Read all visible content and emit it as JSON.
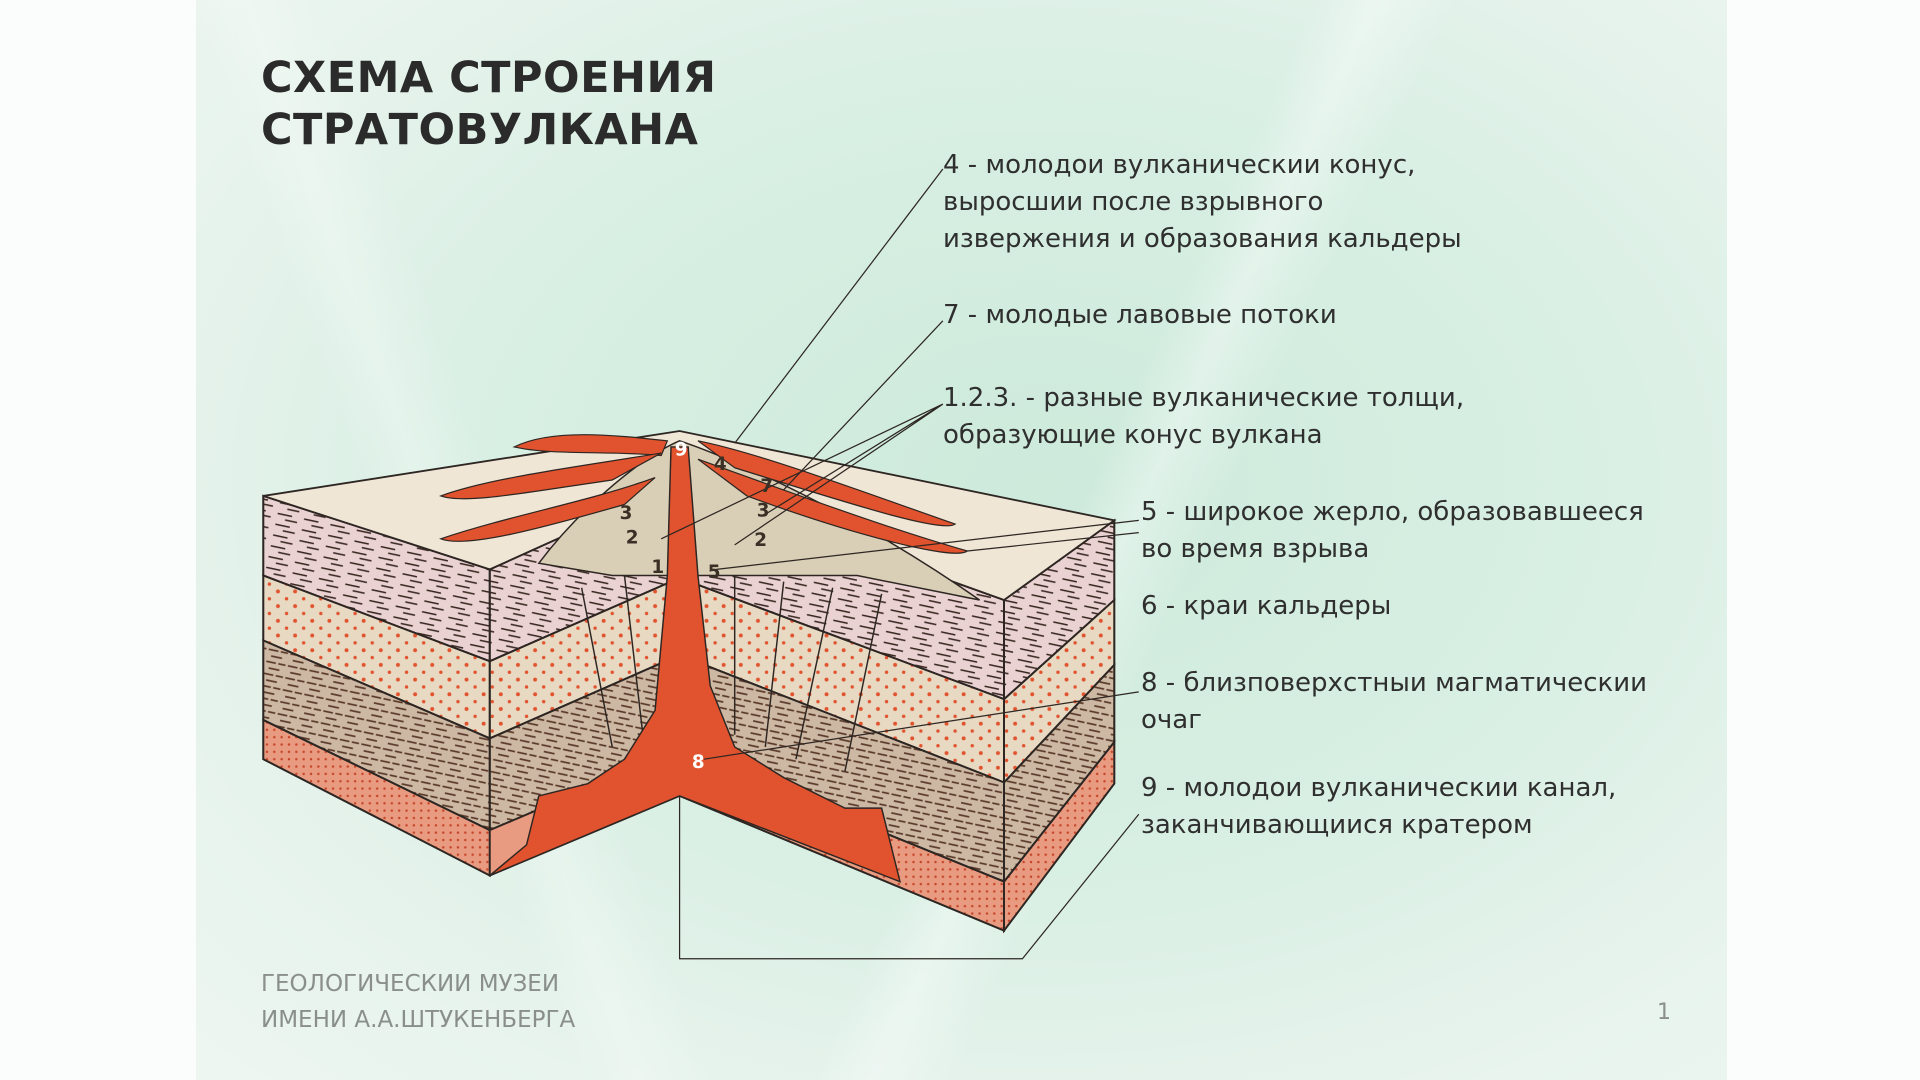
{
  "title": {
    "line1": "СХЕМА СТРОЕНИЯ",
    "line2": "СТРАТОВУЛКАНА"
  },
  "legend": [
    {
      "lines": [
        "4 - молодои вулканическии конус,",
        "выросшии после взрывного",
        "извержения и образования кальдеры"
      ]
    },
    {
      "lines": [
        "7 - молодые лавовые потоки"
      ]
    },
    {
      "lines": [
        "1.2.3. - разные вулканические толщи,",
        "образующие конус вулкана"
      ]
    },
    {
      "lines": [
        "5 - широкое жерло, образовавшееся",
        "во время взрыва"
      ]
    },
    {
      "lines": [
        "6 - краи кальдеры"
      ]
    },
    {
      "lines": [
        "8 - близповерхстныи магматическии",
        "очаг"
      ]
    },
    {
      "lines": [
        "9 - молодои вулканическии канал,",
        "заканчивающиися кратером"
      ]
    }
  ],
  "diagram_labels": {
    "n9": "9",
    "n4": "4",
    "n7": "7",
    "n3a": "3",
    "n2a": "2",
    "n1": "1",
    "n3b": "3",
    "n2b": "2",
    "n5": "5",
    "n8": "8"
  },
  "footer": {
    "line1": "ГЕОЛОГИЧЕСКИИ МУЗЕИ",
    "line2": "ИМЕНИ А.А.ШТУКЕНБЕРГА"
  },
  "page_number": "1",
  "colors": {
    "magma": "#e0532e",
    "layer_pink": "#ead2d3",
    "layer_beige": "#e8d9c2",
    "layer_brown": "#cdb8a3",
    "layer_bottom": "#e89b80",
    "cone": "#d9ceb6"
  }
}
